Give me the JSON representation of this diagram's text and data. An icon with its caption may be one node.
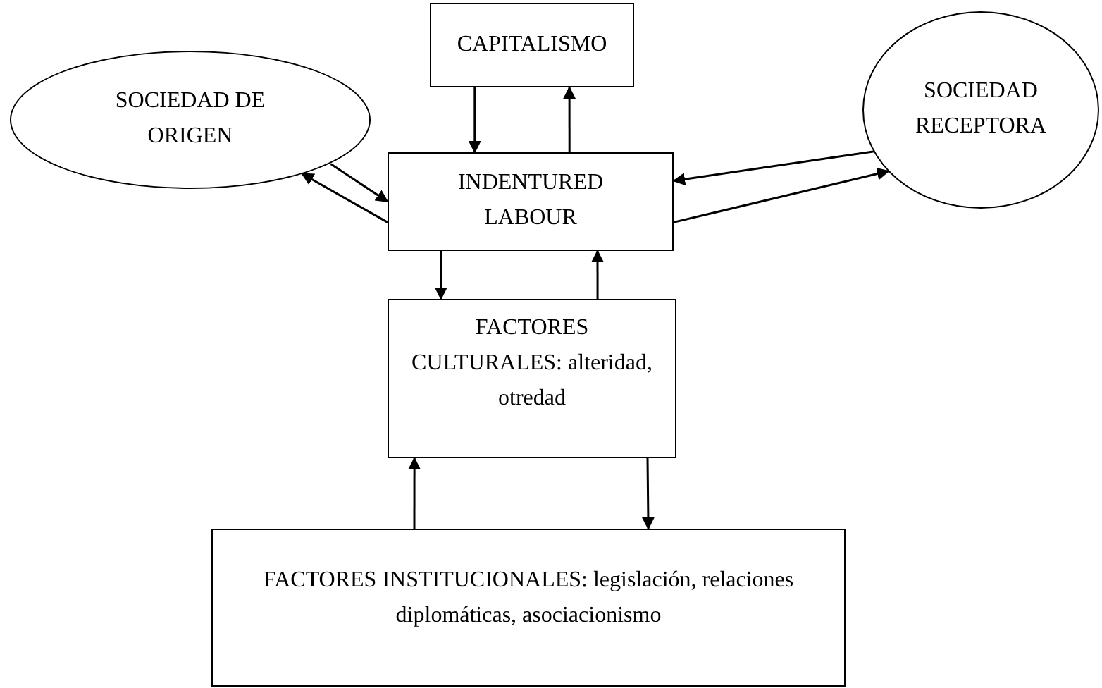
{
  "diagram": {
    "nodes": [
      {
        "text": [
          "CAPITALISMO"
        ]
      },
      {
        "text": [
          "SOCIEDAD DE ORIGEN"
        ]
      },
      {
        "text": [
          "SOCIEDAD RECEPTORA"
        ]
      },
      {
        "text": [
          "INDENTURED LABOUR"
        ]
      },
      {
        "text": [
          "FACTORES CULTURALES: alteridad, otredad"
        ]
      },
      {
        "text": [
          "FACTORES INSTITUCIONALES: legislación, relaciones diplomáticas, asociacionismo"
        ]
      }
    ],
    "edges": [
      {
        "from": 0,
        "to": 3,
        "arrow": "to"
      },
      {
        "from": 3,
        "to": 0,
        "arrow": "to"
      },
      {
        "from": 1,
        "to": 3,
        "arrow": "to"
      },
      {
        "from": 3,
        "to": 1,
        "arrow": "to"
      },
      {
        "from": 2,
        "to": 3,
        "arrow": "to"
      },
      {
        "from": 3,
        "to": 2,
        "arrow": "to"
      },
      {
        "from": 3,
        "to": 4,
        "arrow": "to"
      },
      {
        "from": 4,
        "to": 3,
        "arrow": "to"
      },
      {
        "from": 5,
        "to": 4,
        "arrow": "to"
      },
      {
        "from": 4,
        "to": 5,
        "arrow": "to"
      }
    ]
  }
}
